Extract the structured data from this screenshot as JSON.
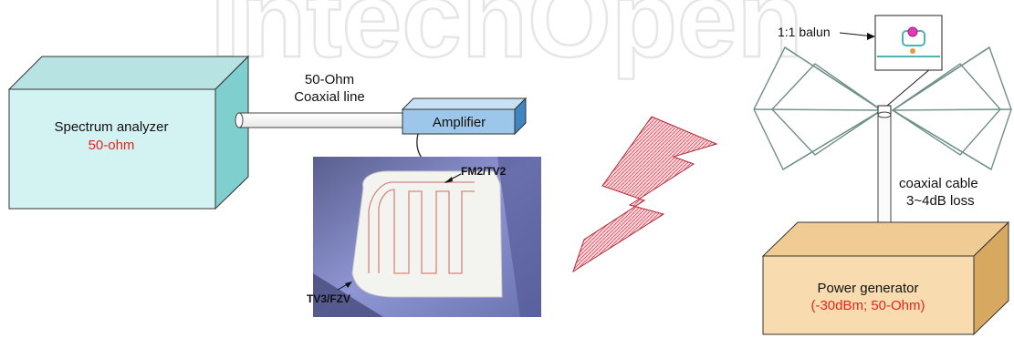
{
  "watermark": {
    "text": "IntechOpen"
  },
  "spectrum_analyzer": {
    "name": "Spectrum analyzer",
    "impedance": "50-ohm"
  },
  "coax_line": {
    "line1": "50-Ohm",
    "line2": "Coaxial line"
  },
  "amplifier": {
    "label": "Amplifier"
  },
  "glass_antenna": {
    "label_top": "FM2/TV2",
    "label_bottom": "TV3/FZV"
  },
  "balun": {
    "label": "1:1 balun"
  },
  "coax_cable": {
    "line1": "coaxial cable",
    "line2": "3~4dB loss"
  },
  "power_generator": {
    "name": "Power generator",
    "spec": "(-30dBm; 50-Ohm)"
  },
  "colors": {
    "analyzer_front": "#d3f2f2",
    "analyzer_side": "#7ecfce",
    "analyzer_top": "#b8e3e3",
    "amplifier_front": "#9cc7ea",
    "amplifier_side": "#3f85c2",
    "generator_front": "#f8dcb0",
    "generator_side": "#d6a860",
    "generator_top": "#f0cc94",
    "red_text": "#e8241c",
    "antenna_lines": "#6f8f8a",
    "lightning_fill": "#f1b8be",
    "lightning_stroke": "#b32a37",
    "glass_photo": "#7a84c7"
  }
}
